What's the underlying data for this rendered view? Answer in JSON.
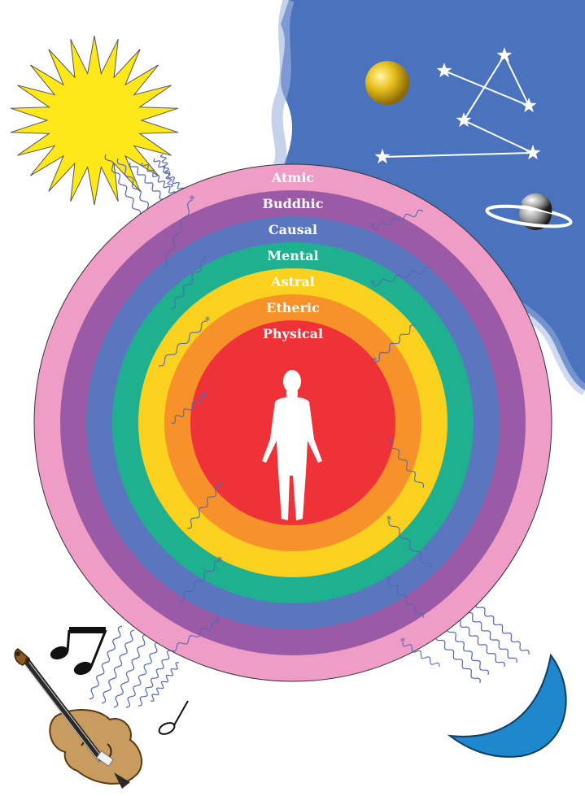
{
  "diagram": {
    "rings": [
      {
        "label": "Atmic",
        "color": "#ef9cc6",
        "text_color": "#ffffff"
      },
      {
        "label": "Buddhic",
        "color": "#9b5aa6",
        "text_color": "#ffffff"
      },
      {
        "label": "Causal",
        "color": "#5a76bf",
        "text_color": "#ffffff"
      },
      {
        "label": "Mental",
        "color": "#1fb08f",
        "text_color": "#ffffff"
      },
      {
        "label": "Astral",
        "color": "#fbd11f",
        "text_color": "#ffffff"
      },
      {
        "label": "Etheric",
        "color": "#f7922a",
        "text_color": "#ffffff"
      },
      {
        "label": "Physical",
        "color": "#ee3237",
        "text_color": "#ffffff"
      }
    ],
    "figure": {
      "icon": "human-silhouette-icon",
      "color": "#ffffff"
    },
    "sky": {
      "color": "#4b73bd"
    },
    "sun": {
      "icon": "sun-icon",
      "color": "#ffe81a"
    },
    "moon": {
      "icon": "crescent-moon-icon",
      "color": "#1f87cc"
    },
    "planet": {
      "icon": "golden-planet-icon",
      "color": "#d7b21a"
    },
    "ringed_planet": {
      "icon": "ringed-planet-icon",
      "color": "#ffffff"
    },
    "constellation": {
      "icon": "constellation-icon",
      "color": "#ffffff"
    },
    "music_notes": [
      {
        "icon": "eighth-note-pair-icon"
      },
      {
        "icon": "half-note-icon"
      }
    ],
    "violin": {
      "icon": "violin-icon",
      "color": "#c89b5e"
    },
    "vibration_color": "#5566b3"
  }
}
